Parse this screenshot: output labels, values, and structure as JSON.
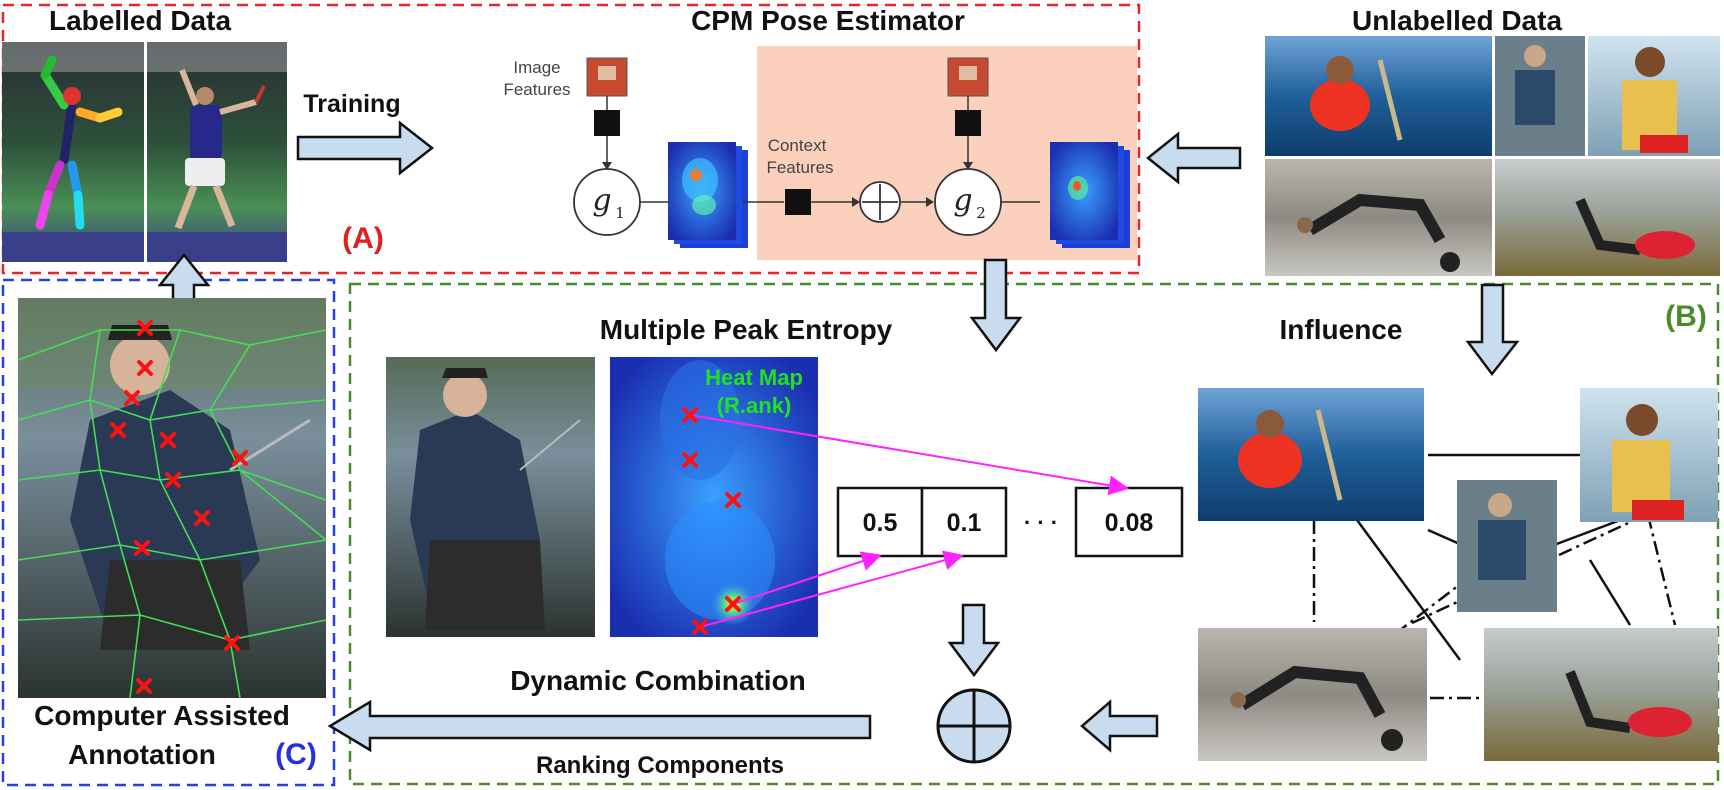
{
  "sections": {
    "labelled": "Labelled Data",
    "cpm": "CPM Pose Estimator",
    "unlabelled": "Unlabelled Data",
    "mpe": "Multiple Peak Entropy",
    "influence": "Influence",
    "dynamic": "Dynamic Combination",
    "ranking": "Ranking Components",
    "caa_line1": "Computer Assisted",
    "caa_line2": "Annotation"
  },
  "tags": {
    "a": "(A)",
    "b": "(B)",
    "c": "(C)"
  },
  "cpm": {
    "image_features_1": "Image",
    "image_features_2": "Features",
    "context_features_1": "Context",
    "context_features_2": "Features",
    "g1": "g",
    "g1_sub": "1",
    "g2": "g",
    "g2_sub": "2"
  },
  "arrows": {
    "training": "Training"
  },
  "heatmap": {
    "label_1": "Heat Map",
    "label_2": "(R.ank)"
  },
  "ranking": {
    "values": [
      "0.5",
      "0.1",
      "0.08"
    ],
    "ellipsis": "· · ·"
  },
  "colors": {
    "box_a": "#e8262a",
    "box_b": "#4b8a2d",
    "box_c": "#2a3ee8",
    "tag_a": "#e02020",
    "tag_b": "#4b8a2d",
    "tag_c": "#2233dd",
    "arrow_fill": "#c9dcef",
    "peach": "#fbd0bd",
    "heat_label": "#22e022",
    "magenta": "#ff22ff",
    "cross": "#ff1111"
  }
}
